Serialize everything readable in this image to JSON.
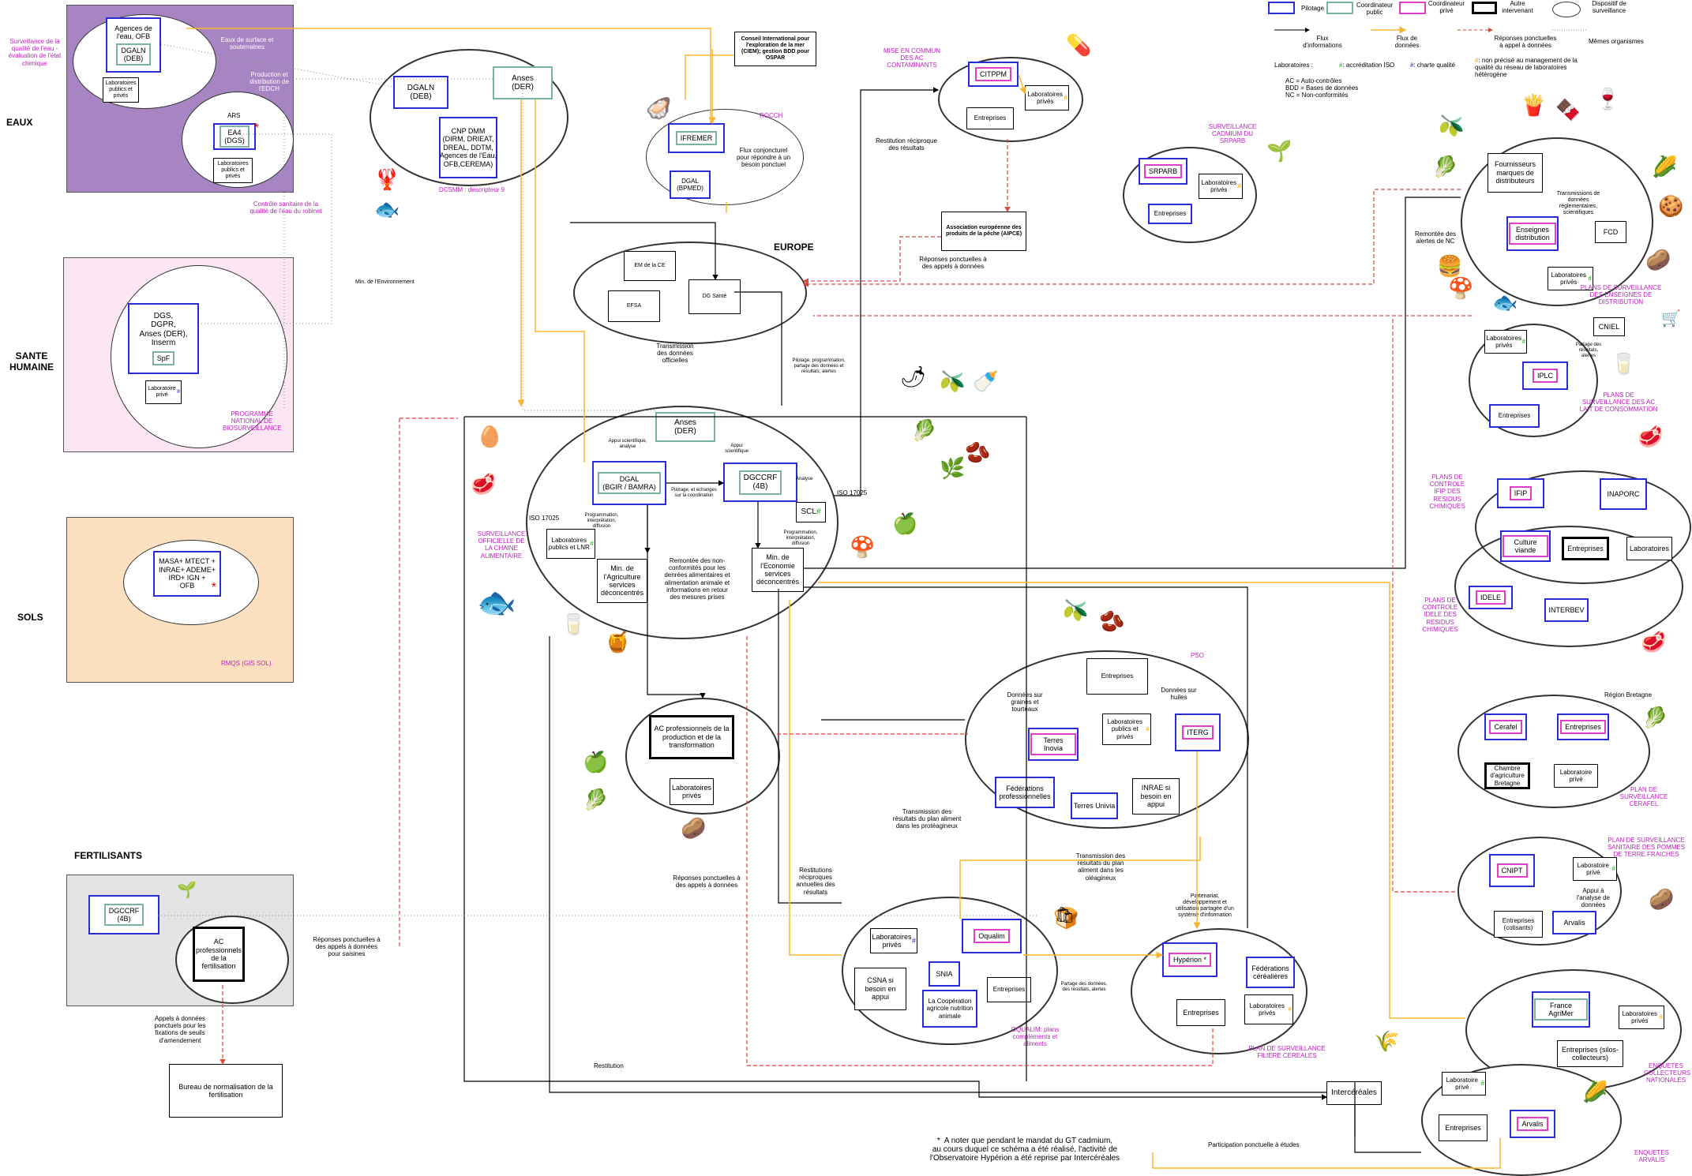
{
  "sections": {
    "eaux": "EAUX",
    "sante": "SANTE\nHUMAINE",
    "sols": "SOLS",
    "fert": "FERTILISANTS",
    "europe": "EUROPE"
  },
  "legend": {
    "pilotage": "Pilotage",
    "coord_public": "Coordinateur public",
    "coord_prive": "Coordinateur privé",
    "autre": "Autre intervenant",
    "dispositif": "Dispositif de surveillance",
    "flux_info": "Flux d'informations",
    "flux_donnees": "Flux de données",
    "reponses": "Réponses ponctuelles à appel à données",
    "memes": "Mêmes organismes",
    "labos": "Laboratoires :",
    "iso": ": accréditation ISO",
    "charte": ": charte qualité",
    "non_precise": ": non précisé au management de la qualité du réseau de laboratoires hétérogène",
    "abbr": "AC = Auto-contrôles\nBDD = Bases de données\nNC = Non-conformités"
  },
  "eaux": {
    "surv_label": "Surveillance de la qualité de l'eau - évaluation de l'état chimique",
    "agences": "Agences de l'eau, OFB",
    "dgaln": "DGALN\n(DEB)",
    "labos": "Laboratoires publics et privés",
    "eaux_surface": "Eaux de surface et souterraines",
    "production": "Production et distribution de l'EDCH",
    "ars": "ARS",
    "ea4": "EA4\n(DGS)",
    "labos2": "Laboratoires publics et privés",
    "controle": "Contrôle sanitaire de la qualité de l'eau du robinet"
  },
  "sante": {
    "dgs": "DGS,\nDGPR,\nAnses (DER),\nInserm",
    "spf": "SpF",
    "labo": "Laboratoire privé",
    "prog": "PROGRAMME NATIONAL DE BIOSURVEILLANCE"
  },
  "sols": {
    "masa": "MASA+ MTECT +\nINRAE+ ADEME+\nIRD+ IGN +\nOFB",
    "rmqs": "RMQS (GIS SOL)"
  },
  "fert": {
    "dgccrf": "DGCCRF\n(4B)",
    "ac": "AC professionnels de la fertilisation",
    "bureau": "Bureau de normalisation de la fertilisation",
    "appels": "Appels à données ponctuels pour les fixations de seuils d'amendement",
    "reponses": "Réponses ponctuelles à des appels à données pour saisines"
  },
  "dcsmm": {
    "dgaln": "DGALN\n(DEB)",
    "anses": "Anses\n(DER)",
    "cnp": "CNP DMM\n(DIRM, DRIEAT,\nDREAL, DDTM,\nAgences de l'Eau,\nOFB,CEREMA)",
    "label": "DCSMM : descripteur 9",
    "min_env": "Min. de l'Environnement"
  },
  "rocch": {
    "ifremer": "IFREMER",
    "dgal": "DGAL\n(BPMED)",
    "flux": "Flux conjoncturel pour répondre à un besoin ponctuel",
    "label": "ROCCH",
    "ciem": "Conseil International pour l'exploration de la mer (CIEM); gestion BDD pour OSPAR"
  },
  "europe": {
    "em": "EM de la CE",
    "efsa": "EFSA",
    "dgsante": "DG Santé",
    "transmission": "Transmission des données officielles",
    "pilotage": "Pilotage, programmation, partage des données et résultats, alertes"
  },
  "citppm": {
    "title": "MISE EN COMMUN DES AC CONTAMINANTS",
    "citppm": "CITPPM",
    "labos": "Laboratoires privés",
    "entreprises": "Entreprises",
    "restitution": "Restitution réciproque des résultats",
    "aipce": "Association européenne des produits de la pêche (AIPCE)",
    "reponses": "Réponses ponctuelles à des appels à données"
  },
  "srparb": {
    "title": "SURVEILLANCE CADMIUM DU SRPARB",
    "srparb": "SRPARB",
    "labos": "Laboratoires privés",
    "entreprises": "Entreprises"
  },
  "chaine": {
    "anses": "Anses\n(DER)",
    "dgal": "DGAL\n(BGIR / BAMRA)",
    "dgccrf": "DGCCRF\n(4B)",
    "scl": "SCL",
    "labos": "Laboratoires publics et LNR",
    "min_agri": "Min. de l'Agriculture services déconcentrés",
    "min_eco": "Min. de l'Economie services déconcentrés",
    "label": "SURVEILLANCE OFFICIELLE DE LA CHAINE ALIMENTAIRE",
    "iso": "ISO 17025",
    "iso2": "ISO 17025",
    "appui1": "Appui scientifique, analyse",
    "appui2": "Appui scientifique",
    "pilotage": "Pilotage, et échanges sur la coordination",
    "prog": "Programmation, interprétation, diffusion",
    "prog2": "Programmation, interprétation, diffusion",
    "analyse": "Analyse",
    "remontee": "Remontée des non-conformités pour les denrées alimentaires et alimentation animale et informations en retour des mesures prises",
    "restitution": "Restitution"
  },
  "acpro": {
    "ac": "AC professionnels de la production et de la transformation",
    "labos": "Laboratoires privés",
    "reponses": "Réponses ponctuelles à des appels à données"
  },
  "pso": {
    "label": "PSO",
    "entreprises": "Entreprises",
    "inovia": "Terres Inovia",
    "labos": "Laboratoires publics et privés",
    "iterg": "ITERG",
    "federations": "Fédérations professionnelles",
    "univia": "Terres Univia",
    "inrae": "INRAE si besoin en appui",
    "graines": "Données sur graines et tourteaux",
    "huiles": "Données sur huiles"
  },
  "oqualim": {
    "labos": "Laboratoires privés",
    "oqualim": "Oqualim",
    "csna": "CSNA si besoin en appui",
    "snia": "SNIA",
    "coop": "La Coopération agricole nutrition animale",
    "entreprises": "Entreprises",
    "label": "OQUALIM: plans compléments et aliments",
    "transmission": "Transmission des résultats du plan aliment dans les protéagineux",
    "restitutions": "Restitutions réciproques annuelles des résultats"
  },
  "hyperion": {
    "hyperion": "Hypérion *",
    "federations": "Fédérations céréalières",
    "entreprises": "Entreprises",
    "labos": "Laboratoires privés",
    "label": "PLAN DE SURVEILLANCE FILIERE CEREALES",
    "partage": "Partage des données, des résultats, alertes",
    "partenariat": "Partenariat, développement et utilisation partagée d'un système d'information",
    "transmission": "Transmission des résultats du plan aliment dans les oléagineux"
  },
  "intercereales": "Intercéréales",
  "distribution": {
    "fournisseurs": "Fournisseurs marques de distributeurs",
    "enseignes": "Enseignes distribution",
    "fcd": "FCD",
    "labos": "Laboratoires privés",
    "transmissions": "Transmissions de données réglementaires, scientifiques",
    "remontee": "Remontée des alertes de NC",
    "label": "PLANS DE SURVEILLANCE DES ENSEIGNES DE DISTRIBUTION"
  },
  "iplc": {
    "labos": "Laboratoires privés",
    "iplc": "IPLC",
    "entreprises": "Entreprises",
    "cniel": "CNIEL",
    "partage": "Partage des résultats, alertes",
    "label": "PLANS DE SURVEILLANCE DES AC LAIT DE CONSOMMATION"
  },
  "viande": {
    "ifip": "IFIP",
    "inaporc": "INAPORC",
    "culture": "Culture viande",
    "entreprises": "Entreprises",
    "labos": "Laboratoires",
    "idele": "IDELE",
    "interbev": "INTERBEV",
    "label_ifip": "PLANS DE CONTROLE IFIP DES RESIDUS CHIMIQUES",
    "label_idele": "PLANS DE CONTROLE IDELE DES RESIDUS CHIMIQUES"
  },
  "cerafel": {
    "region": "Région Bretagne",
    "cerafel": "Cerafel",
    "entreprises": "Entreprises",
    "chambre": "Chambre d'agriculture Bretagne",
    "labo": "Laboratoire privé",
    "label": "PLAN DE SURVEILLANCE CERAFEL"
  },
  "cnipt": {
    "cnipt": "CNIPT",
    "labo": "Laboratoire privé",
    "appui": "Appui à l'analyse de données",
    "entreprises": "Entreprises (cotisants)",
    "arvalis": "Arvalis",
    "label": "PLAN DE SURVEILLANCE SANITAIRE DES POMMES DE TERRE FRAICHES"
  },
  "franceagrimer": {
    "fam": "France AgriMer",
    "labos": "Laboratoires privés",
    "entreprises": "Entreprises (silos-collecteurs)",
    "label": "ENQUETES COLLECTEURS NATIONALES"
  },
  "arvalis": {
    "labo": "Laboratoire privé",
    "entreprises": "Entreprises",
    "arvalis": "Arvalis",
    "label": "ENQUETES ARVALIS",
    "participation": "Participation ponctuelle à études"
  },
  "footnote": "*  A noter que pendant le mandat du GT cadmium,\nau cours duquel ce schéma a été réalisé, l'activité de\nl'Observatoire Hypérion a été reprise par Intercéréales"
}
